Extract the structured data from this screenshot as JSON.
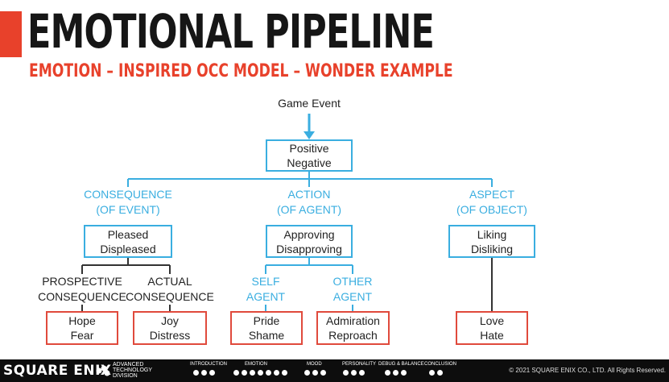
{
  "header": {
    "title": "EMOTIONAL PIPELINE",
    "subtitle": "EMOTION – INSPIRED OCC MODEL – WONDER EXAMPLE"
  },
  "diagram": {
    "root_label": "Game Event",
    "valence": [
      "Positive",
      "Negative"
    ],
    "branches": {
      "consequence": {
        "heading": [
          "CONSEQUENCE",
          "(OF EVENT)"
        ],
        "node": [
          "Pleased",
          "Displeased"
        ]
      },
      "action": {
        "heading": [
          "ACTION",
          "(OF AGENT)"
        ],
        "node": [
          "Approving",
          "Disapproving"
        ]
      },
      "aspect": {
        "heading": [
          "ASPECT",
          "(OF OBJECT)"
        ],
        "node": [
          "Liking",
          "Disliking"
        ]
      }
    },
    "sub_labels": {
      "prospective": [
        "PROSPECTIVE",
        "CONSEQUENCE"
      ],
      "actual": [
        "ACTUAL",
        "CONSEQUENCE"
      ],
      "self": [
        "SELF",
        "AGENT"
      ],
      "other": [
        "OTHER",
        "AGENT"
      ]
    },
    "leaves": {
      "hope_fear": [
        "Hope",
        "Fear"
      ],
      "joy_distress": [
        "Joy",
        "Distress"
      ],
      "pride_shame": [
        "Pride",
        "Shame"
      ],
      "admiration_reproach": [
        "Admiration",
        "Reproach"
      ],
      "love_hate": [
        "Love",
        "Hate"
      ]
    },
    "colors": {
      "blue": "#3aaee0",
      "red": "#e04a3c",
      "title_red": "#e8412b"
    }
  },
  "footer": {
    "brand": "SQUARE ENIX",
    "atl": [
      "ADVANCED",
      "TECHNOLOGY",
      "DIVISION"
    ],
    "nav": [
      "INTRODUCTION",
      "EMOTION",
      "MOOD",
      "PERSONALITY",
      "DEBUG & BALANCE",
      "CONCLUSION"
    ],
    "copyright": "© 2021 SQUARE ENIX CO., LTD. All Rights Reserved."
  }
}
